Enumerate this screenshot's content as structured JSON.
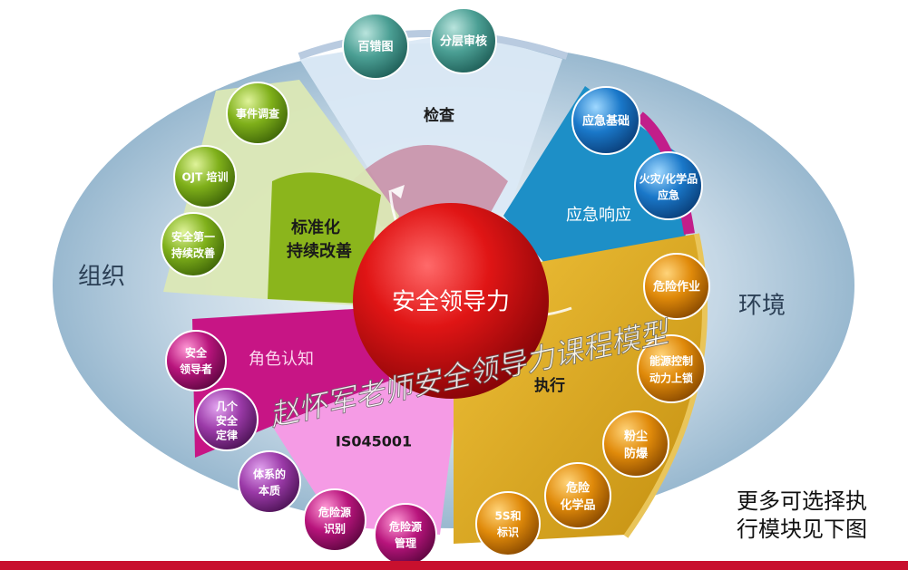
{
  "center": {
    "label": "安全领导力"
  },
  "outer_left": {
    "label": "组织"
  },
  "outer_right": {
    "label": "环境"
  },
  "sectors": {
    "inspection": {
      "label": "检查"
    },
    "standardization": {
      "label_line1": "标准化",
      "label_line2": "持续改善"
    },
    "emergency": {
      "label": "应急响应"
    },
    "role": {
      "label": "角色认知"
    },
    "iso": {
      "label": "IS045001"
    },
    "execution": {
      "label": "执行"
    }
  },
  "nodes": {
    "baicuotu": {
      "l1": "百错图",
      "l2": ""
    },
    "fenceng": {
      "l1": "分层审核",
      "l2": ""
    },
    "shijian": {
      "l1": "事件调查",
      "l2": ""
    },
    "ojt": {
      "l1": "OJT 培训",
      "l2": ""
    },
    "anquan_diyi": {
      "l1": "安全第一",
      "l2": "持续改善"
    },
    "yingji_jichu": {
      "l1": "应急基础",
      "l2": ""
    },
    "huozai": {
      "l1": "火灾/化学品",
      "l2": "应急"
    },
    "weixian_zuoye": {
      "l1": "危险作业",
      "l2": ""
    },
    "nengyuan": {
      "l1": "能源控制",
      "l2": "动力上锁"
    },
    "fenchen": {
      "l1": "粉尘",
      "l2": "防爆"
    },
    "weixian_hxp": {
      "l1": "危险",
      "l2": "化学品"
    },
    "five_s": {
      "l1": "5S和",
      "l2": "标识"
    },
    "weixianyuan_gl": {
      "l1": "危险源",
      "l2": "管理"
    },
    "weixianyuan_sb": {
      "l1": "危险源",
      "l2": "识别"
    },
    "tixi": {
      "l1": "体系的",
      "l2": "本质"
    },
    "jige": {
      "l1": "几个",
      "l2": "安全",
      "l3": "定律"
    },
    "anquan_lingdao": {
      "l1": "安全",
      "l2": "领导者"
    }
  },
  "watermark": {
    "text": "赵怀军老师安全领导力课程模型"
  },
  "note": {
    "line1": "更多可选择执",
    "line2": "行模块见下图"
  },
  "colors": {
    "ellipse": "#8fb3cc",
    "inspection": "#dbe9f5",
    "standardization": "#d6e3a8",
    "emergency": "#1d8fc7",
    "role": "#d11a8a",
    "iso": "#f59be5",
    "execution": "#d9a81c",
    "center": "#d10f1a",
    "bottom_bar": "#c8102e"
  }
}
